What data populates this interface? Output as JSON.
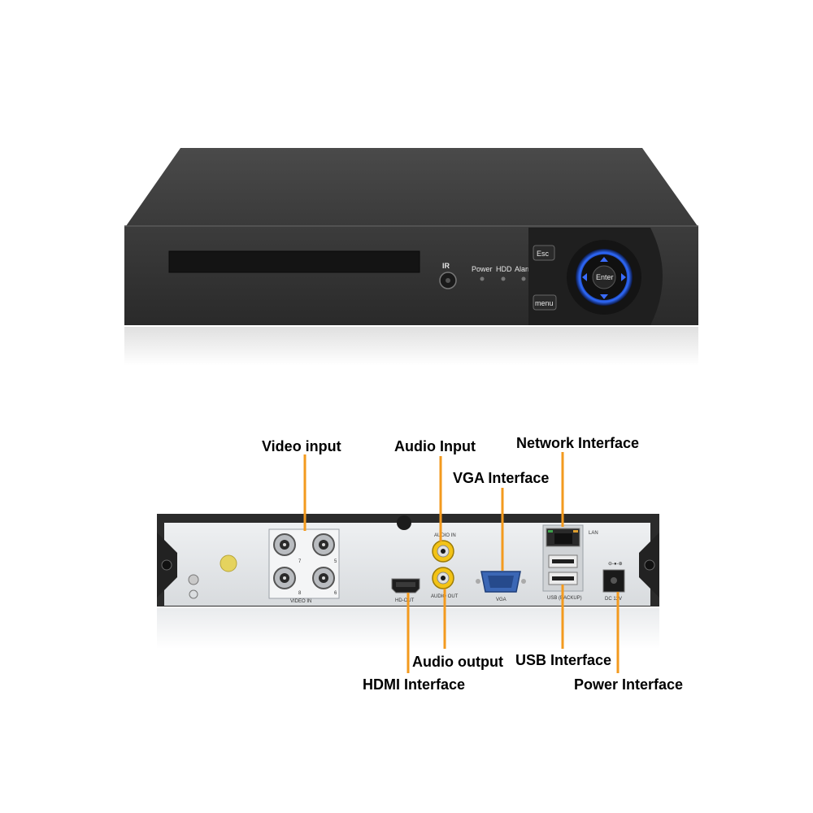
{
  "front_panel": {
    "ir_label": "IR",
    "indicator_power": "Power",
    "indicator_hdd": "HDD",
    "indicator_alarm": "Alarm",
    "esc_button": "Esc",
    "menu_button": "menu",
    "enter_button": "Enter"
  },
  "rear_panel": {
    "video_in_label": "VIDEO IN",
    "audio_in_label": "AUDIO IN",
    "audio_out_label": "AUDIO OUT",
    "hdmi_label": "HD-OUT",
    "vga_label": "VGA",
    "lan_label": "LAN",
    "usb_label": "USB (BACKUP)",
    "power_label": "DC 12V",
    "bnc_numbers": [
      "7",
      "5",
      "8",
      "6"
    ]
  },
  "callouts": {
    "video_input": "Video input",
    "audio_input": "Audio Input",
    "network_interface": "Network Interface",
    "vga_interface": "VGA Interface",
    "audio_output": "Audio output",
    "hdmi_interface": "HDMI Interface",
    "usb_interface": "USB Interface",
    "power_interface": "Power Interface"
  },
  "colors": {
    "leader_line": "#f39a1e",
    "chassis": "#3a3a3a",
    "rear_plate": "#e4e6e8",
    "ring_glow": "#2f6bff",
    "rca_yellow": "#f3c316",
    "vga_blue": "#3b67b5"
  }
}
